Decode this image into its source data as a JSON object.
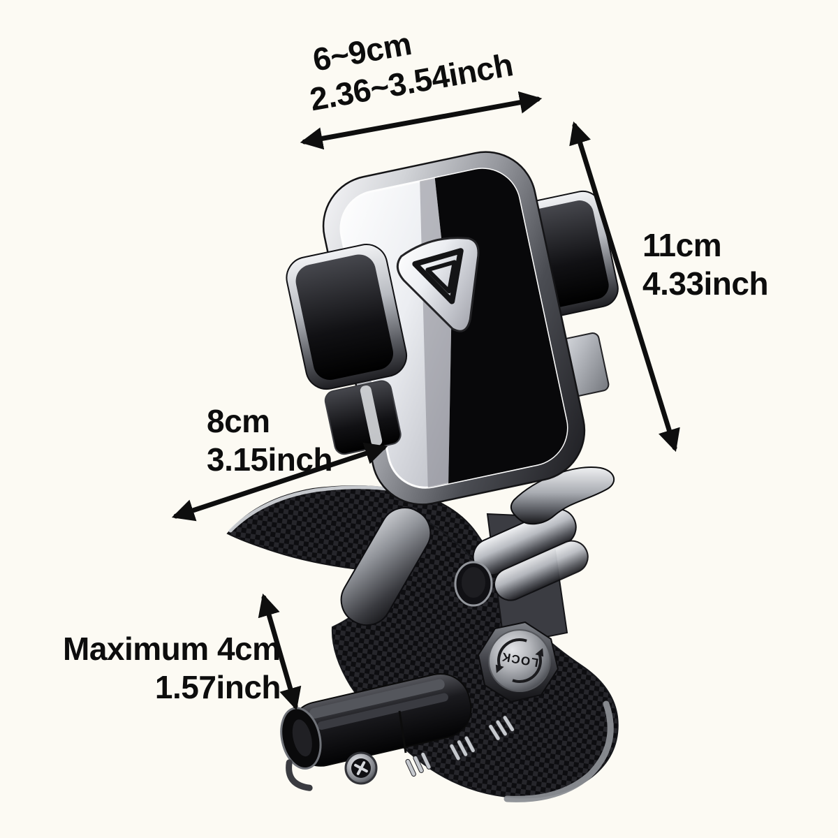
{
  "canvas": {
    "background_color": "#fcfaf3",
    "ink_color": "#0d0d0d"
  },
  "annotations": {
    "width_range": {
      "line1": "6~9cm",
      "line2": "2.36~3.54inch"
    },
    "height": {
      "line1": "11cm",
      "line2": "4.33inch"
    },
    "arm_length": {
      "line1": "8cm",
      "line2": "3.15inch"
    },
    "max_clamp_opening": {
      "line1": "Maximum 4cm",
      "line2": "1.57inch"
    }
  },
  "product": {
    "lock_knob_label": "LOCK",
    "colors": {
      "chrome_light": "#e9eaee",
      "chrome_dark": "#26262a",
      "carbon": "#2c2c31",
      "face_black": "#08080a"
    }
  }
}
